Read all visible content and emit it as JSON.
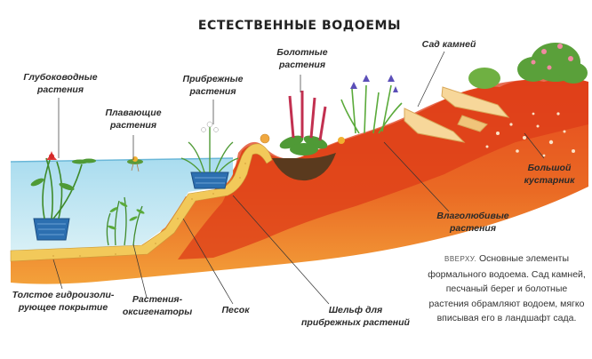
{
  "title": "ЕСТЕСТВЕННЫЕ ВОДОЕМЫ",
  "labels": {
    "deep_water_plants": "Глубоководные\nрастения",
    "floating_plants": "Плавающие\nрастения",
    "marginal_plants": "Прибрежные\nрастения",
    "bog_plants": "Болотные\nрастения",
    "rock_garden": "Сад камней",
    "large_shrub": "Большой\nкустарник",
    "moisture_loving_plants": "Влаголюбивые\nрастения",
    "pond_liner": "Толстое гидроизоли-\nрующее покрытие",
    "oxygenating_plants": "Растения-\nоксигенаторы",
    "sand": "Песок",
    "marginal_shelf": "Шельф для\nприбрежных растений"
  },
  "caption": {
    "lead": "ВВЕРХУ.",
    "text": "Основные элементы формального водоема. Сад камней, песчаный берег и болотные растения обрамляют водоем, мягко вписывая его в ландшафт сада."
  },
  "colors": {
    "water": "#bfe4f2",
    "soil_red": "#e2471e",
    "soil_orange": "#f08a2a",
    "sand": "#f2c95a",
    "pot_blue": "#2c6fb0"
  }
}
